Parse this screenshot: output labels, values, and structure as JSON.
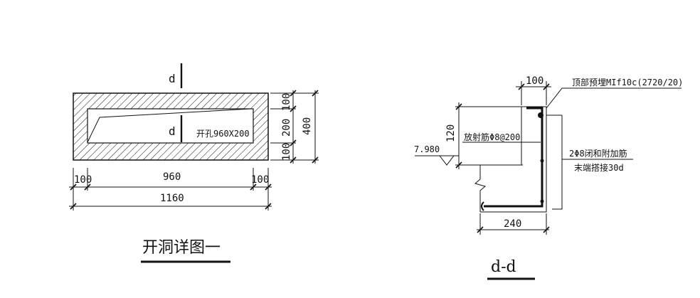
{
  "opening_detail": {
    "section_mark_top": "d",
    "section_mark_mid": "d",
    "opening_label": "开孔960X200",
    "dim_left": "100",
    "dim_center": "960",
    "dim_right": "100",
    "dim_total_width": "1160",
    "dim_right_top": "100",
    "dim_right_mid": "200",
    "dim_right_bottom": "100",
    "dim_total_height": "400",
    "title": "开洞详图一"
  },
  "section_dd": {
    "dim_top": "100",
    "top_bar_label": "顶部预埋MIf10c(2720/20)",
    "dim_left_height": "120",
    "radial_bar_label": "放射筋Φ8@200",
    "elevation": "7.980",
    "added_bar_label_1": "2Φ8闭和附加筋",
    "added_bar_label_2": "末端搭接30d",
    "dim_bottom": "240",
    "title": "d-d"
  }
}
